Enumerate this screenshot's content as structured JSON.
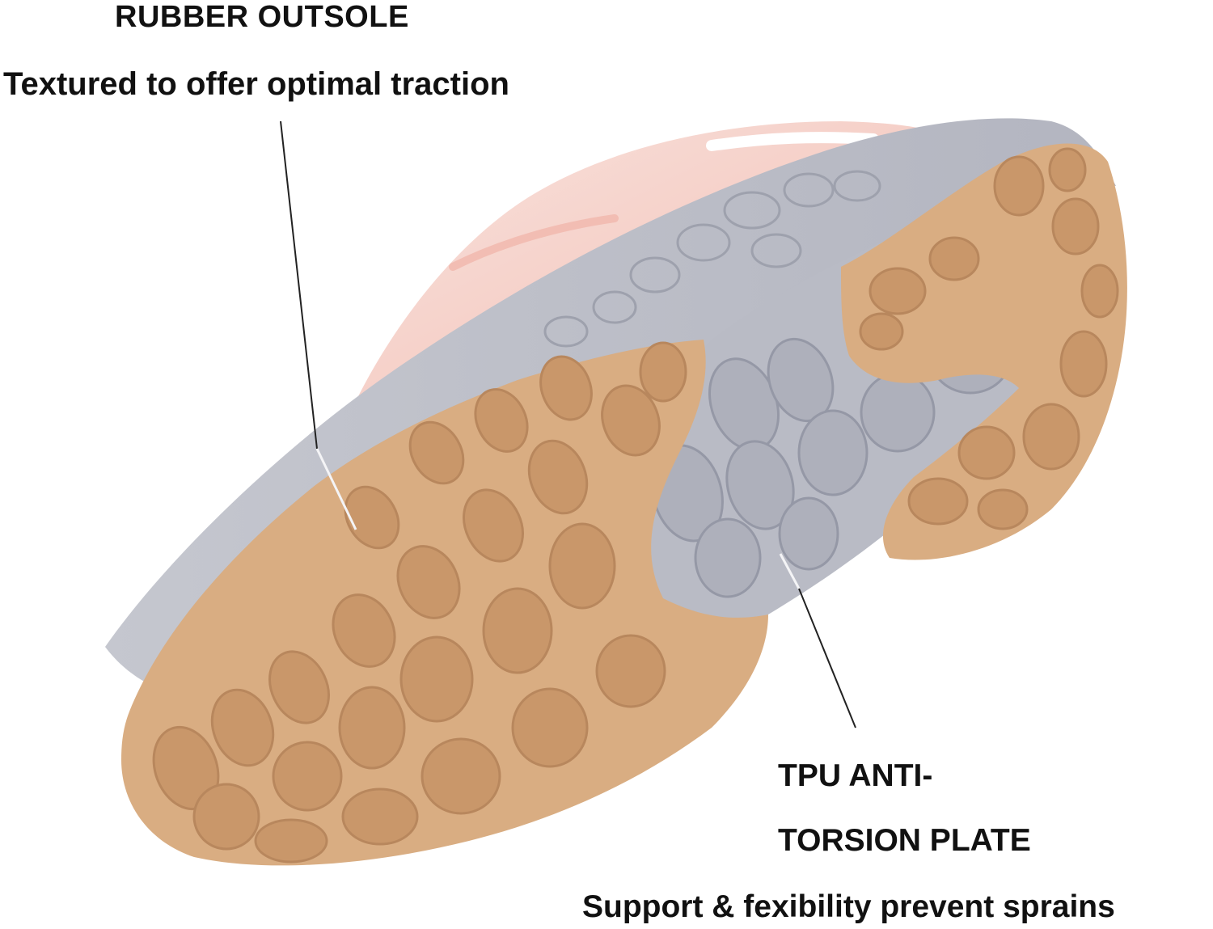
{
  "annotations": {
    "outsole_title": "RUBBER OUTSOLE",
    "outsole_desc": "Textured to offer optimal traction",
    "plate_title_line1": "TPU ANTI-",
    "plate_title_line2": "TORSION PLATE",
    "plate_desc": "Support & fexibility prevent sprains"
  },
  "colors": {
    "outsole_tan": "#d9ad82",
    "outsole_tan_dark": "#c08f63",
    "midsole_gray": "#b8bac4",
    "midsole_gray_dark": "#a3a6b2",
    "upper_pink": "#f6cfc8",
    "upper_white": "#fbf3f1",
    "leader_line": "#222222"
  }
}
